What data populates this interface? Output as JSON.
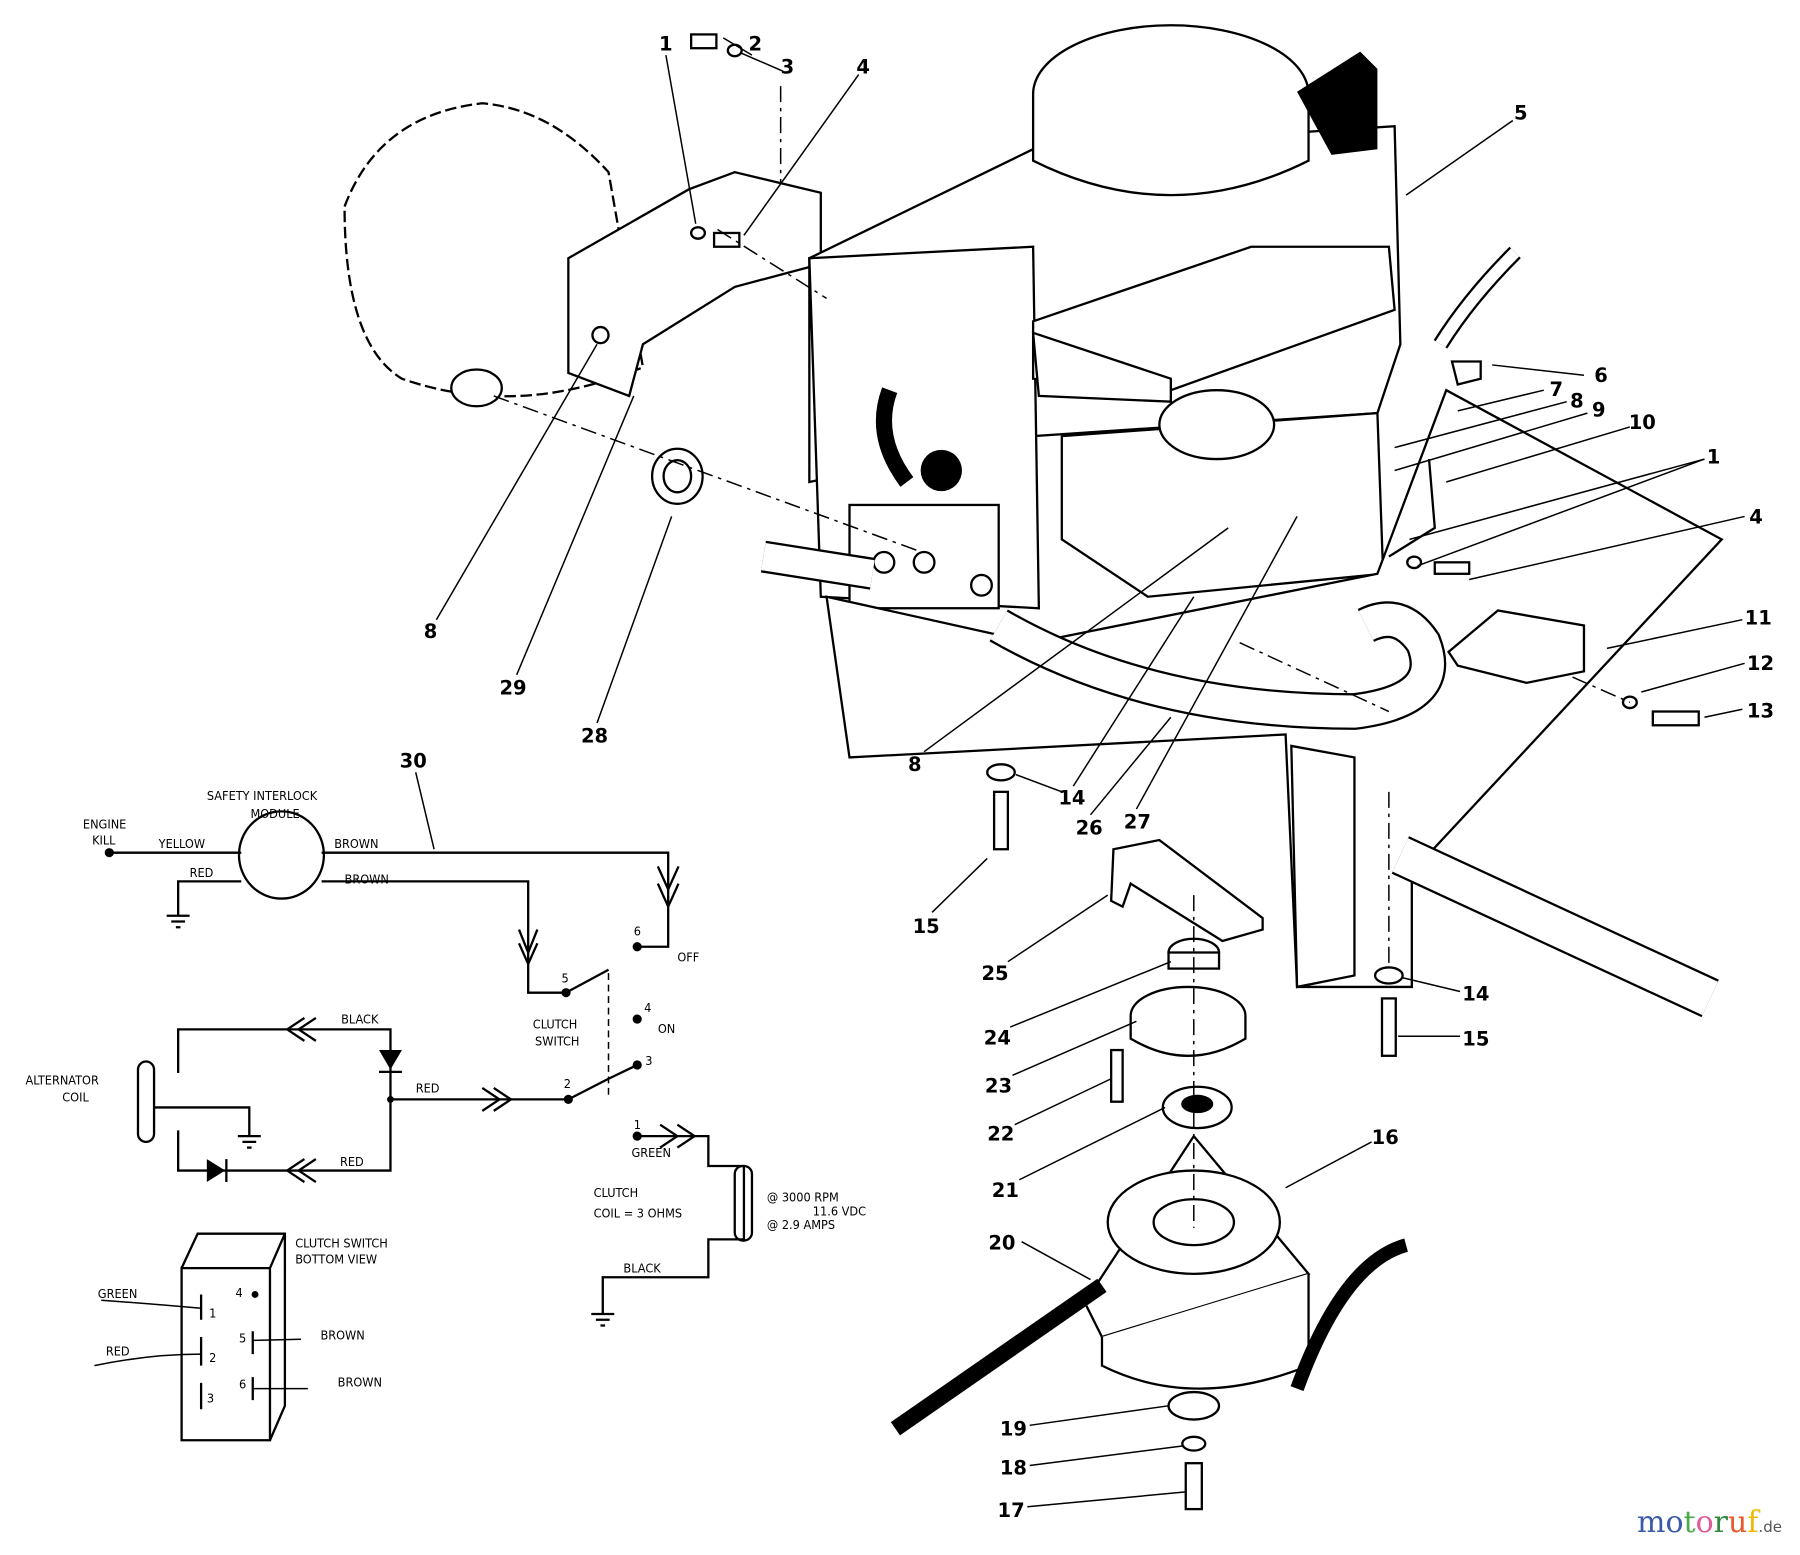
{
  "callouts": [
    {
      "id": "c1a",
      "text": "1"
    },
    {
      "id": "c2",
      "text": "2"
    },
    {
      "id": "c3",
      "text": "3"
    },
    {
      "id": "c4a",
      "text": "4"
    },
    {
      "id": "c5",
      "text": "5"
    },
    {
      "id": "c6",
      "text": "6"
    },
    {
      "id": "c7",
      "text": "7"
    },
    {
      "id": "c8a",
      "text": "8"
    },
    {
      "id": "c9",
      "text": "9"
    },
    {
      "id": "c10",
      "text": "10"
    },
    {
      "id": "c1b",
      "text": "1"
    },
    {
      "id": "c4b",
      "text": "4"
    },
    {
      "id": "c11",
      "text": "11"
    },
    {
      "id": "c12",
      "text": "12"
    },
    {
      "id": "c13",
      "text": "13"
    },
    {
      "id": "c8b",
      "text": "8"
    },
    {
      "id": "c29",
      "text": "29"
    },
    {
      "id": "c28",
      "text": "28"
    },
    {
      "id": "c8c",
      "text": "8"
    },
    {
      "id": "c14a",
      "text": "14"
    },
    {
      "id": "c26",
      "text": "26"
    },
    {
      "id": "c27",
      "text": "27"
    },
    {
      "id": "c15a",
      "text": "15"
    },
    {
      "id": "c25",
      "text": "25"
    },
    {
      "id": "c24",
      "text": "24"
    },
    {
      "id": "c23",
      "text": "23"
    },
    {
      "id": "c22",
      "text": "22"
    },
    {
      "id": "c21",
      "text": "21"
    },
    {
      "id": "c20",
      "text": "20"
    },
    {
      "id": "c16",
      "text": "16"
    },
    {
      "id": "c19",
      "text": "19"
    },
    {
      "id": "c18",
      "text": "18"
    },
    {
      "id": "c17",
      "text": "17"
    },
    {
      "id": "c14b",
      "text": "14"
    },
    {
      "id": "c15b",
      "text": "15"
    },
    {
      "id": "c30",
      "text": "30"
    }
  ],
  "schematic": {
    "module_title_1": "SAFETY INTERLOCK",
    "module_title_2": "MODULE",
    "engine_kill_1": "ENGINE",
    "engine_kill_2": "KILL",
    "yellow": "YELLOW",
    "red": "RED",
    "brown": "BROWN",
    "off": "OFF",
    "on": "ON",
    "clutch_switch_1": "CLUTCH",
    "clutch_switch_2": "SWITCH",
    "black": "BLACK",
    "alternator_1": "ALTERNATOR",
    "alternator_2": "COIL",
    "green": "GREEN",
    "clutch_coil_1": "CLUTCH",
    "clutch_coil_2": "COIL = 3 OHMS",
    "rpm": "@ 3000 RPM",
    "vdc": "11.6 VDC",
    "amps": "@ 2.9 AMPS",
    "bottom_view_1": "CLUTCH SWITCH",
    "bottom_view_2": "BOTTOM VIEW",
    "terminals": [
      "1",
      "2",
      "3",
      "4",
      "5",
      "6"
    ]
  },
  "watermark": {
    "text": "motoruf",
    "suffix": ".de",
    "colors": [
      "#3b5aa8",
      "#3b5aa8",
      "#4caa4c",
      "#e05a9a",
      "#2e8b3e",
      "#e85a2a",
      "#f0b800"
    ]
  }
}
